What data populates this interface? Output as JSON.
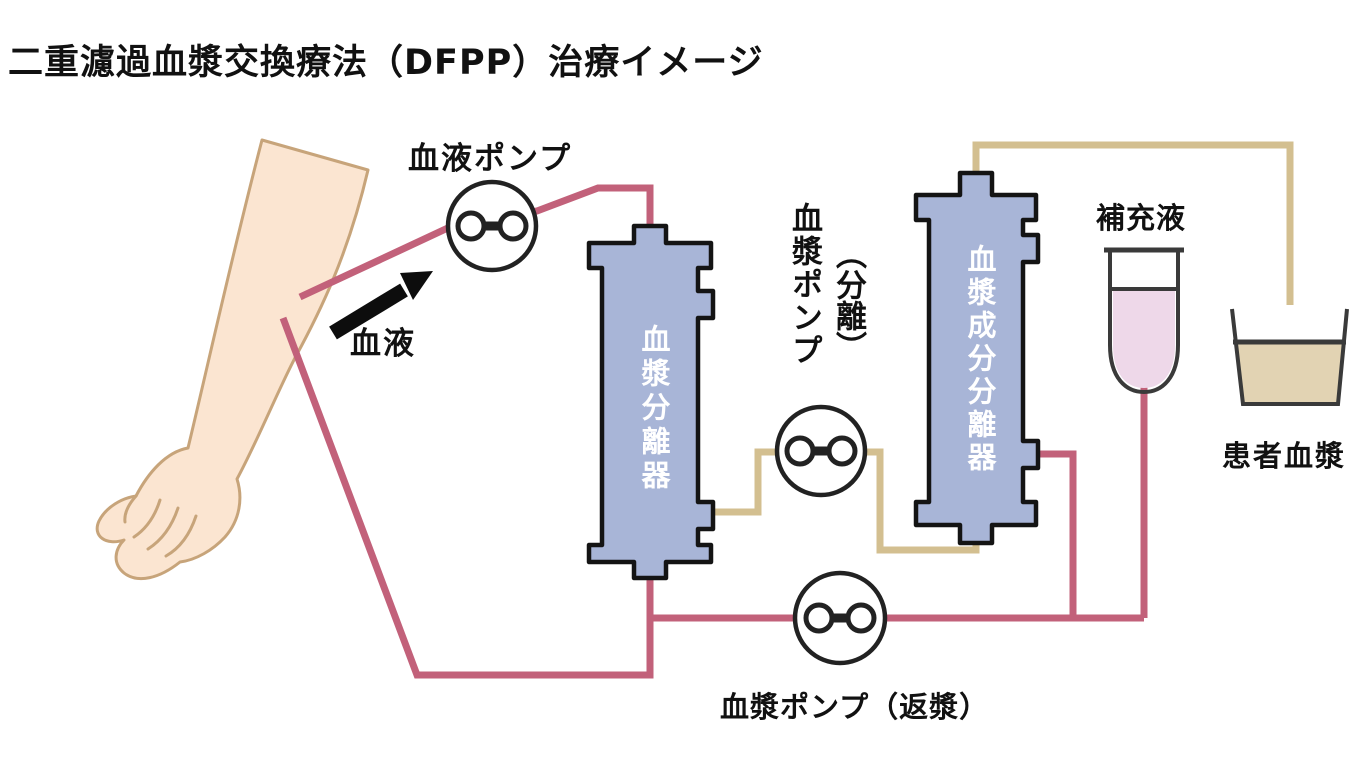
{
  "title": "二重濾過血漿交換療法（DFPP）治療イメージ",
  "labels": {
    "blood_pump": "血液ポンプ",
    "blood": "血液",
    "plasma_separator": "血漿分離器",
    "plasma_pump_separation_main": "血漿ポンプ",
    "plasma_pump_separation_paren": "（分離）",
    "plasma_component_separator": "血漿成分分離器",
    "replacement_fluid": "補充液",
    "patient_plasma": "患者血漿",
    "plasma_pump_return": "血漿ポンプ（返漿）"
  },
  "colors": {
    "blood_line": "#c2617a",
    "plasma_line": "#d3bf90",
    "separator_fill": "#a8b5d7",
    "replacement_fluid_liquid": "#eed8e9",
    "patient_plasma_liquid": "#e2d3b3",
    "skin": "#fbe5d1",
    "skin_outline": "#c7a47a",
    "outline": "#1a1a1a"
  }
}
